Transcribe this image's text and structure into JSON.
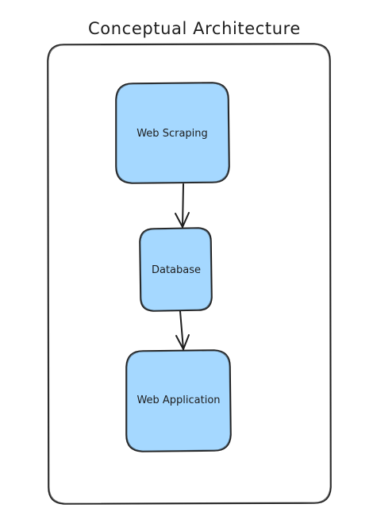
{
  "diagram": {
    "title": "Conceptual Architecture",
    "nodes": [
      {
        "id": "web-scraping",
        "label": "Web Scraping"
      },
      {
        "id": "database",
        "label": "Database"
      },
      {
        "id": "web-application",
        "label": "Web Application"
      }
    ],
    "edges": [
      {
        "from": "web-scraping",
        "to": "database"
      },
      {
        "from": "database",
        "to": "web-application"
      }
    ],
    "colors": {
      "node_fill": "#a5d8ff",
      "stroke": "#1e1e1e",
      "frame_fill": "#ffffff",
      "background": "#ffffff"
    }
  }
}
